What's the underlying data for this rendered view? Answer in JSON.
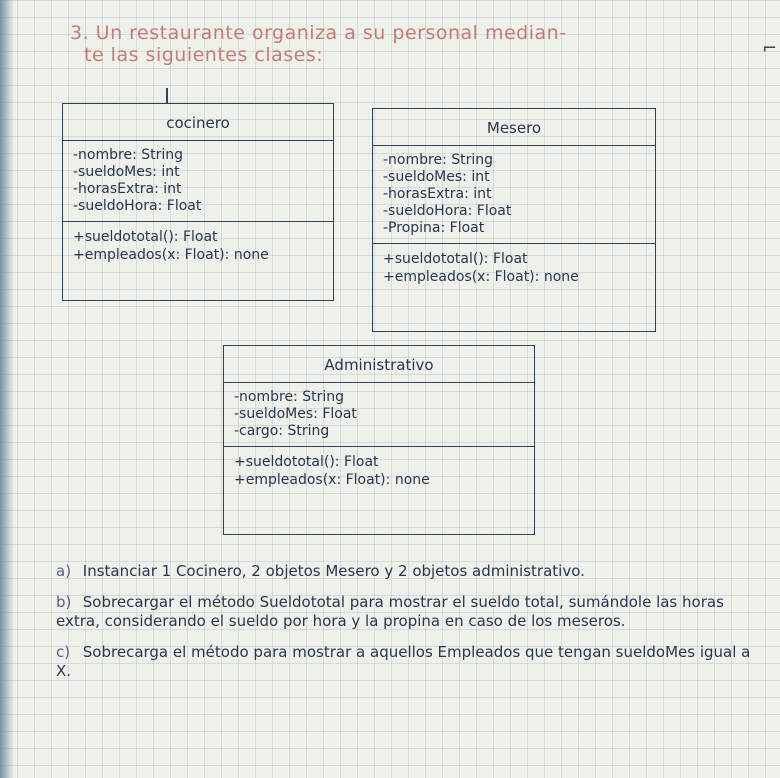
{
  "heading": {
    "line1": "3. Un restaurante organiza a su personal median-",
    "line2": "te las siguientes clases:"
  },
  "classes": {
    "cocinero": {
      "name": "cocinero",
      "attributes": [
        "-nombre: String",
        "-sueldoMes: int",
        "-horasExtra: int",
        "-sueldoHora: Float"
      ],
      "methods": [
        "+sueldototal(): Float",
        "+empleados(x: Float): none"
      ]
    },
    "mesero": {
      "name": "Mesero",
      "attributes": [
        "-nombre: String",
        "-sueldoMes: int",
        "-horasExtra: int",
        "-sueldoHora: Float",
        "-Propina: Float"
      ],
      "methods": [
        "+sueldototal(): Float",
        "+empleados(x: Float): none"
      ]
    },
    "administrativo": {
      "name": "Administrativo",
      "attributes": [
        "-nombre: String",
        "-sueldoMes: Float",
        "-cargo: String"
      ],
      "methods": [
        "+sueldototal(): Float",
        "+empleados(x: Float): none"
      ]
    }
  },
  "tasks": [
    {
      "label": "a)",
      "text": "Instanciar 1 Cocinero, 2 objetos Mesero y 2 objetos administrativo."
    },
    {
      "label": "b)",
      "text": "Sobrecargar el método Sueldototal para mostrar el sueldo total, sumándole las horas extra, considerando el sueldo por hora y la propina en caso de los meseros."
    },
    {
      "label": "c)",
      "text": "Sobrecarga el método para mostrar a aquellos Empleados que tengan sueldoMes igual a X."
    }
  ],
  "colors": {
    "ink": "#2a3550",
    "heading_ink": "#c77b78",
    "paper": "#eef0ea"
  }
}
